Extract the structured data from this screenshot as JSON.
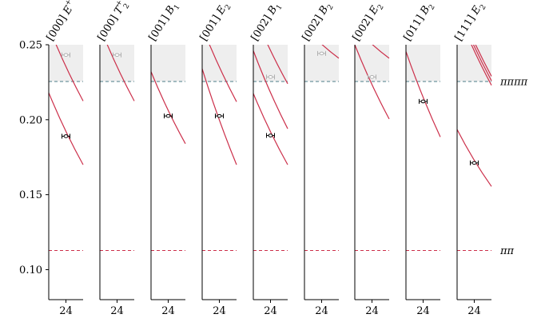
{
  "chart_data": {
    "type": "scatter",
    "ylim": [
      0.08,
      0.25
    ],
    "yticks": [
      0.1,
      0.15,
      0.2,
      0.25
    ],
    "xtick_label": "24",
    "shaded_region": {
      "from": 0.2255,
      "to": 0.25,
      "color": "#eeeeee"
    },
    "thresholds": [
      {
        "label": "ππππ",
        "value": 0.2255,
        "color": "#4d7f8a"
      },
      {
        "label": "ππ",
        "value": 0.1128,
        "color": "#cc2f4a"
      }
    ],
    "curve_color": "#cc2f4a",
    "panels": [
      {
        "label": "[000] E+",
        "curves": [
          {
            "y_start": 0.218,
            "y_end": 0.17
          },
          {
            "y_start": 0.262,
            "y_end": 0.2125
          }
        ],
        "points": [
          {
            "y": 0.189,
            "err": 0.0008,
            "color": "#000000"
          },
          {
            "y": 0.2432,
            "err": 0.0008,
            "color": "#b0b0b0"
          }
        ]
      },
      {
        "label": "[000] T2+",
        "curves": [
          {
            "y_start": 0.262,
            "y_end": 0.2125
          }
        ],
        "points": [
          {
            "y": 0.2432,
            "err": 0.0008,
            "color": "#b0b0b0"
          }
        ]
      },
      {
        "label": "[001] B1",
        "curves": [
          {
            "y_start": 0.232,
            "y_end": 0.184
          }
        ],
        "points": [
          {
            "y": 0.2025,
            "err": 0.0008,
            "color": "#000000"
          }
        ]
      },
      {
        "label": "[001] E2",
        "curves": [
          {
            "y_start": 0.234,
            "y_end": 0.17
          },
          {
            "y_start": 0.262,
            "y_end": 0.212
          }
        ],
        "points": [
          {
            "y": 0.2025,
            "err": 0.0008,
            "color": "#000000"
          }
        ]
      },
      {
        "label": "[002] B1",
        "curves": [
          {
            "y_start": 0.2175,
            "y_end": 0.17
          },
          {
            "y_start": 0.246,
            "y_end": 0.194
          },
          {
            "y_start": 0.272,
            "y_end": 0.224
          }
        ],
        "points": [
          {
            "y": 0.1895,
            "err": 0.0008,
            "color": "#000000"
          },
          {
            "y": 0.2285,
            "err": 0.0008,
            "color": "#b0b0b0"
          }
        ]
      },
      {
        "label": "[002] B2",
        "curves": [
          {
            "y_start": 0.262,
            "y_end": 0.241
          }
        ],
        "points": [
          {
            "y": 0.2442,
            "err": 0.0008,
            "color": "#b0b0b0"
          }
        ]
      },
      {
        "label": "[002] E2",
        "curves": [
          {
            "y_start": 0.25,
            "y_end": 0.2005
          },
          {
            "y_start": 0.262,
            "y_end": 0.241
          }
        ],
        "points": [
          {
            "y": 0.2285,
            "err": 0.0008,
            "color": "#b0b0b0"
          }
        ]
      },
      {
        "label": "[011] B2",
        "curves": [
          {
            "y_start": 0.2455,
            "y_end": 0.1885
          }
        ],
        "points": [
          {
            "y": 0.2122,
            "err": 0.0008,
            "color": "#000000"
          }
        ]
      },
      {
        "label": "[111] E2",
        "curves": [
          {
            "y_start": 0.1935,
            "y_end": 0.1555
          },
          {
            "y_start": 0.2725,
            "y_end": 0.223
          },
          {
            "y_start": 0.2755,
            "y_end": 0.226
          },
          {
            "y_start": 0.2785,
            "y_end": 0.229
          }
        ],
        "points": [
          {
            "y": 0.1712,
            "err": 0.0008,
            "color": "#000000"
          }
        ]
      }
    ]
  }
}
